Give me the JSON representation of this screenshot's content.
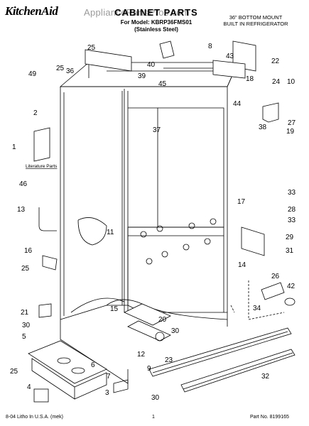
{
  "header": {
    "brand": "KitchenAid",
    "watermark": "AppliancePartsPros.com",
    "title": "CABINET PARTS",
    "model_line": "For Model: KBRP36FMS01",
    "finish_line": "(Stainless Steel)",
    "product_line1": "36\" BOTTOM MOUNT",
    "product_line2": "BUILT IN REFRIGERATOR"
  },
  "literature_label": "Literature Parts",
  "footer": {
    "left": "8-04 Litho In U.S.A. (mek)",
    "page": "1",
    "part_number": "Part No. 8199165"
  },
  "callouts": [
    "25",
    "25",
    "49",
    "36",
    "40",
    "39",
    "45",
    "8",
    "43",
    "18",
    "22",
    "2",
    "37",
    "24",
    "10",
    "44",
    "38",
    "27",
    "19",
    "1",
    "46",
    "13",
    "11",
    "17",
    "33",
    "28",
    "33",
    "29",
    "31",
    "14",
    "16",
    "25",
    "26",
    "42",
    "15",
    "20",
    "34",
    "21",
    "30",
    "5",
    "12",
    "30",
    "6",
    "7",
    "23",
    "9",
    "32",
    "25",
    "4",
    "3",
    "30"
  ]
}
